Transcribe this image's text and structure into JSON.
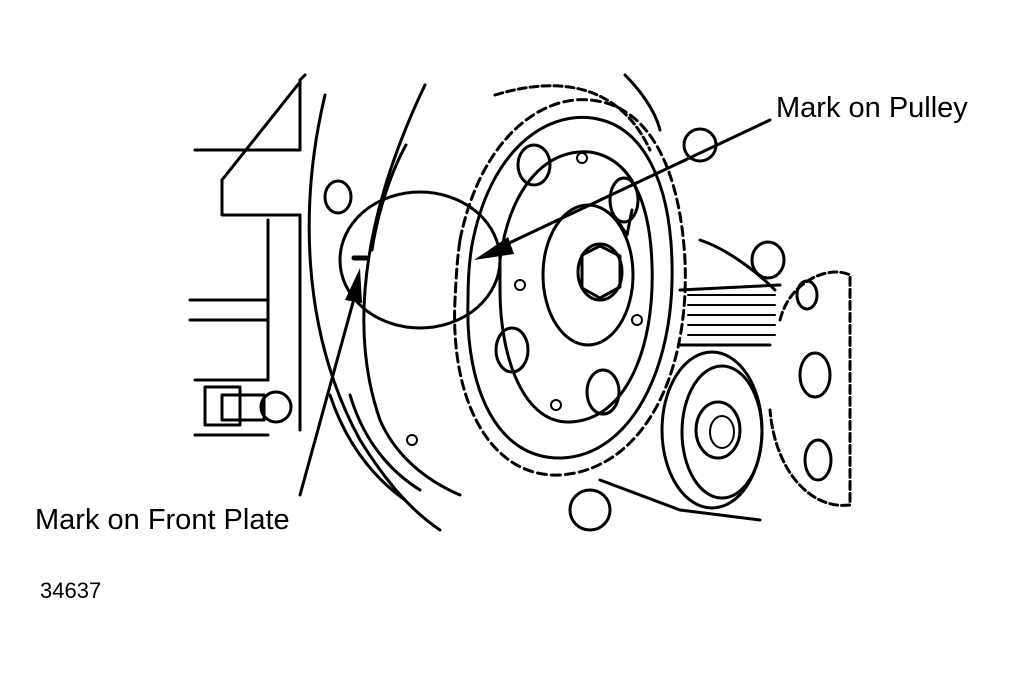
{
  "figure": {
    "number": "34637",
    "callouts": {
      "pulley_mark": "Mark on Pulley",
      "front_plate_mark": "Mark on Front Plate"
    }
  },
  "colors": {
    "ink": "#000000",
    "paper": "#ffffff"
  }
}
